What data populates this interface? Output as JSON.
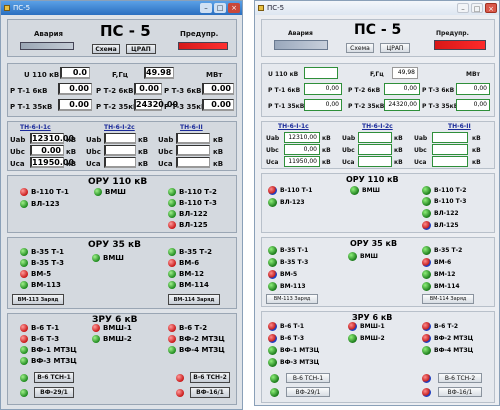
{
  "left": {
    "window_title": "ПС-5",
    "header": {
      "alarm": "Авария",
      "title": "ПС - 5",
      "btn_scheme": "Схема",
      "btn_tsrap": "ЦРАП",
      "warning": "Предупр."
    },
    "measure": {
      "u_label": "U 110 кВ",
      "u_value": "0.0",
      "f_label": "F,Гц",
      "f_value": "49.98",
      "mw": "МВт",
      "rows": [
        [
          "Р Т-1 6кВ",
          "0.00",
          "Р Т-2 6кВ",
          "0.00",
          "Р Т-3 6кВ",
          "0.00"
        ],
        [
          "Р Т-1 35кВ",
          "0.00",
          "Р Т-2 35кВ",
          "24320.00",
          "Р Т-3 35кВ",
          "0.00"
        ]
      ]
    },
    "tn": {
      "heads": [
        "ТН-6-I-1с",
        "ТН-6-I-2с",
        "ТН-6-II"
      ],
      "rows": [
        {
          "l1": "Uab",
          "v1": "12310.00",
          "u1": "кВ",
          "l2": "Uab",
          "v2": "",
          "u2": "кВ",
          "l3": "Uab",
          "v3": "",
          "u3": "кВ"
        },
        {
          "l1": "Ubc",
          "v1": "0.00",
          "u1": "кВ",
          "l2": "Ubc",
          "v2": "",
          "u2": "кВ",
          "l3": "Ubc",
          "v3": "",
          "u3": "кВ"
        },
        {
          "l1": "Uca",
          "v1": "11950.00",
          "u1": "кВ",
          "l2": "Uca",
          "v2": "",
          "u2": "кВ",
          "l3": "Uca",
          "v3": "",
          "u3": "кВ"
        }
      ]
    },
    "oru110": {
      "title": "ОРУ 110 кВ",
      "items": [
        "В-110 Т-1",
        "ВЛ-123",
        "ВМШ",
        "В-110 Т-2",
        "В-110 Т-3",
        "ВЛ-122",
        "ВЛ-125"
      ]
    },
    "oru35": {
      "title": "ОРУ 35 кВ",
      "items": [
        "В-35 Т-1",
        "В-35 Т-3",
        "ВМ-5",
        "ВМ-113",
        "ВМШ",
        "В-35 Т-2",
        "ВМ-6",
        "ВМ-12",
        "ВМ-114"
      ],
      "btn1": "ВМ-113 Заряд",
      "btn2": "ВМ-114 Заряд"
    },
    "zru6": {
      "title": "ЗРУ 6 кВ",
      "items": [
        "В-6 Т-1",
        "В-6 Т-3",
        "ВФ-1 МТЗЦ",
        "ВФ-3 МТЗЦ",
        "ВМШ-1",
        "ВМШ-2",
        "В-6 Т-2",
        "ВФ-2 МТЗЦ",
        "ВФ-4 МТЗЦ"
      ],
      "btns": [
        "В-6 ТСН-1",
        "ВФ-29/1",
        "В-6 ТСН-2",
        "ВФ-16/1"
      ]
    }
  },
  "right": {
    "window_title": "ПС-5",
    "header": {
      "alarm": "Авария",
      "title": "ПС - 5",
      "btn_scheme": "Схема",
      "btn_tsrap": "ЦРАП",
      "warning": "Предупр."
    },
    "measure": {
      "u_label": "U 110 кВ",
      "u_value": "",
      "f_label": "F,Гц",
      "f_value": "49,98",
      "mw": "МВт",
      "rows": [
        [
          "Р Т-1 6кВ",
          "0,00",
          "Р Т-2 6кВ",
          "0,00",
          "Р Т-3 6кВ",
          "0,00"
        ],
        [
          "Р Т-1 35кВ",
          "0,00",
          "Р Т-2 35кВ",
          "24320,00",
          "Р Т-3 35кВ",
          "0,00"
        ]
      ]
    },
    "tn": {
      "heads": [
        "ТН-6-I-1с",
        "ТН-6-I-2с",
        "ТН-6-II"
      ],
      "rows": [
        {
          "l1": "Uab",
          "v1": "12310,00",
          "u1": "кВ",
          "l2": "Uab",
          "v2": "",
          "u2": "кВ",
          "l3": "Uab",
          "v3": "",
          "u3": "кВ"
        },
        {
          "l1": "Ubc",
          "v1": "0,00",
          "u1": "кВ",
          "l2": "Ubc",
          "v2": "",
          "u2": "кВ",
          "l3": "Ubc",
          "v3": "",
          "u3": "кВ"
        },
        {
          "l1": "Uca",
          "v1": "11950,00",
          "u1": "кВ",
          "l2": "Uca",
          "v2": "",
          "u2": "кВ",
          "l3": "Uca",
          "v3": "",
          "u3": "кВ"
        }
      ]
    },
    "oru110": {
      "title": "ОРУ 110 кВ",
      "items": [
        "В-110 Т-1",
        "ВЛ-123",
        "ВМШ",
        "В-110 Т-2",
        "В-110 Т-3",
        "ВЛ-122",
        "ВЛ-125"
      ]
    },
    "oru35": {
      "title": "ОРУ 35 кВ",
      "items": [
        "В-35 Т-1",
        "В-35 Т-3",
        "ВМ-5",
        "ВМ-113",
        "ВМШ",
        "В-35 Т-2",
        "ВМ-6",
        "ВМ-12",
        "ВМ-114"
      ],
      "btn1": "ВМ-113 Заряд",
      "btn2": "ВМ-114 Заряд"
    },
    "zru6": {
      "title": "ЗРУ 6 кВ",
      "items": [
        "В-6 Т-1",
        "В-6 Т-3",
        "ВФ-1 МТЗЦ",
        "ВФ-3 МТЗЦ",
        "ВМШ-1",
        "ВМШ-2",
        "В-6 Т-2",
        "ВФ-2 МТЗЦ",
        "ВФ-4 МТЗЦ"
      ],
      "btns": [
        "В-6 ТСН-1",
        "ВФ-29/1",
        "В-6 ТСН-2",
        "ВФ-16/1"
      ]
    }
  }
}
